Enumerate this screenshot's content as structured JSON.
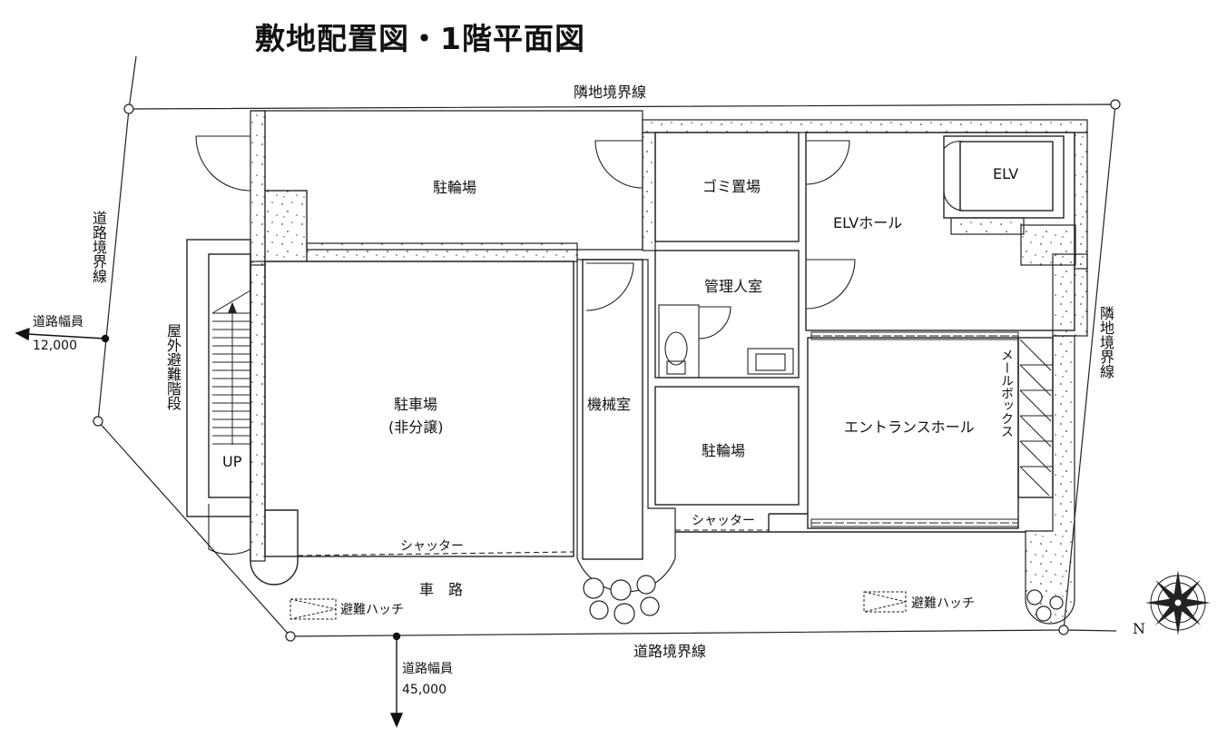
{
  "title": "敷地配置図・1階平面図",
  "boundaries": {
    "top": "隣地境界線",
    "right": "隣地境界線",
    "left": "道路境界線",
    "bottom": "道路境界線"
  },
  "roads": {
    "west": {
      "label": "道路幅員",
      "width": "12,000"
    },
    "south": {
      "label": "道路幅員",
      "width": "45,000"
    }
  },
  "rooms": {
    "bicycle_parking_top": "駐輪場",
    "garbage": "ゴミ置場",
    "elevator": "ELV",
    "elevator_hall": "ELVホール",
    "manager_room": "管理人室",
    "machine_room": "機械室",
    "parking": "駐車場",
    "parking_note": "(非分譲)",
    "bicycle_parking_mid": "駐輪場",
    "entrance_hall": "エントランスホール",
    "mailbox": "メールボックス",
    "outdoor_stairs": "屋外避難階段",
    "stairs_up": "UP"
  },
  "shutters": {
    "left": "シャッター",
    "right": "シャッター"
  },
  "driveway": "車　路",
  "hatches": {
    "left": "避難ハッチ",
    "right": "避難ハッチ"
  },
  "compass": {
    "north": "N"
  }
}
